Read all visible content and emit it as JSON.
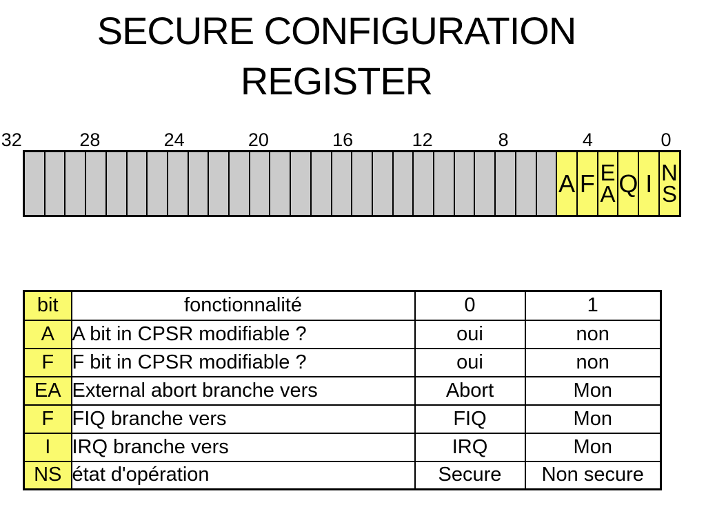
{
  "slide": {
    "title_line1": "SECURE CONFIGURATION",
    "title_line2": "REGISTER"
  },
  "register": {
    "scale_labels": [
      "32",
      "28",
      "24",
      "20",
      "16",
      "12",
      "8",
      "4",
      "0"
    ],
    "gray_cell_count": 26,
    "flag_cells": [
      {
        "name": "A",
        "label": "A"
      },
      {
        "name": "F",
        "label": "F"
      },
      {
        "name": "EA",
        "label": "E\nA"
      },
      {
        "name": "Q",
        "label": "Q"
      },
      {
        "name": "I",
        "label": "I"
      },
      {
        "name": "NS",
        "label": "N\nS"
      }
    ],
    "colors": {
      "unused_bit_fill": "#cbcbcb",
      "flag_bit_fill": "#fafa6e",
      "border": "#000000"
    }
  },
  "table": {
    "headers": [
      "bit",
      "fonctionnalité",
      "0",
      "1"
    ],
    "rows": [
      {
        "bit": "A",
        "functionality": "A bit in CPSR modifiable ?",
        "value0": "oui",
        "value1": "non"
      },
      {
        "bit": "F",
        "functionality": "F bit in CPSR modifiable ?",
        "value0": "oui",
        "value1": "non"
      },
      {
        "bit": "EA",
        "functionality": "External abort branche vers",
        "value0": "Abort",
        "value1": "Mon"
      },
      {
        "bit": "F",
        "functionality": "FIQ branche vers",
        "value0": "FIQ",
        "value1": "Mon"
      },
      {
        "bit": "I",
        "functionality": "IRQ branche vers",
        "value0": "IRQ",
        "value1": "Mon"
      },
      {
        "bit": "NS",
        "functionality": "état d'opération",
        "value0": "Secure",
        "value1": "Non secure"
      }
    ]
  }
}
